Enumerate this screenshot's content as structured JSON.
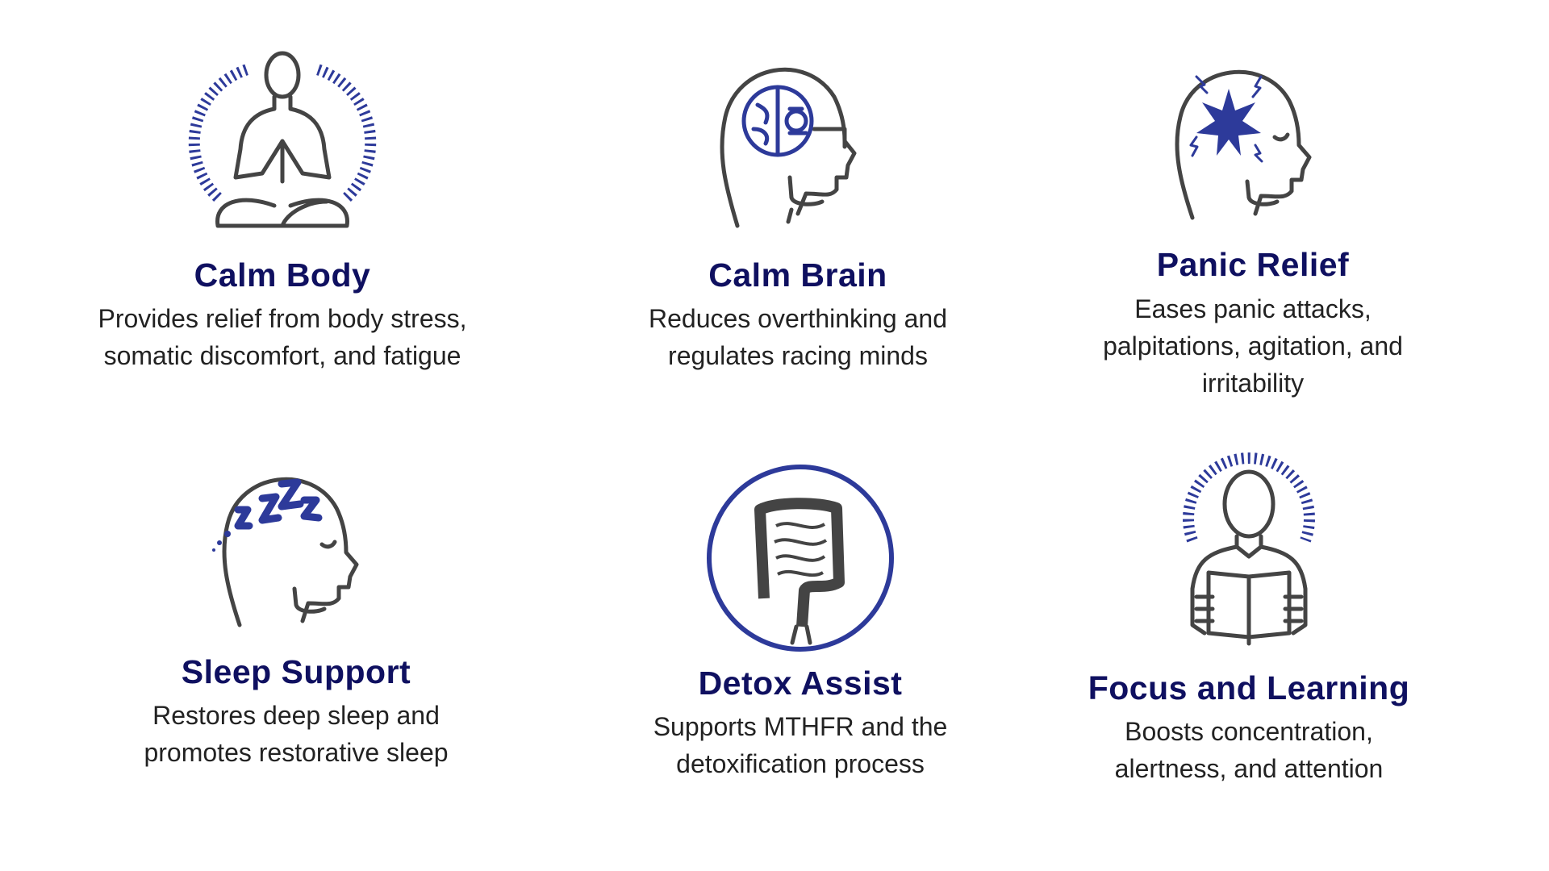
{
  "colors": {
    "title": "#0f1060",
    "accent": "#2d3a9a",
    "outline": "#444444",
    "text": "#222222"
  },
  "benefits": [
    {
      "icon": "meditation-icon",
      "title": "Calm Body",
      "lines": [
        "Provides relief from body stress,",
        "somatic discomfort, and fatigue"
      ]
    },
    {
      "icon": "brain-gear-head-icon",
      "title": "Calm Brain",
      "lines": [
        "Reduces overthinking and",
        "regulates racing minds"
      ]
    },
    {
      "icon": "panic-head-icon",
      "title": "Panic Relief",
      "lines": [
        "Eases panic attacks,",
        "palpitations, agitation, and",
        "irritability"
      ]
    },
    {
      "icon": "sleeping-head-icon",
      "title": "Sleep Support",
      "lines": [
        "Restores deep sleep and",
        "promotes restorative sleep"
      ]
    },
    {
      "icon": "intestine-icon",
      "title": "Detox Assist",
      "lines": [
        "Supports MTHFR and the",
        "detoxification process"
      ]
    },
    {
      "icon": "reading-person-icon",
      "title": "Focus and Learning",
      "lines": [
        "Boosts concentration,",
        "alertness, and attention"
      ]
    }
  ]
}
